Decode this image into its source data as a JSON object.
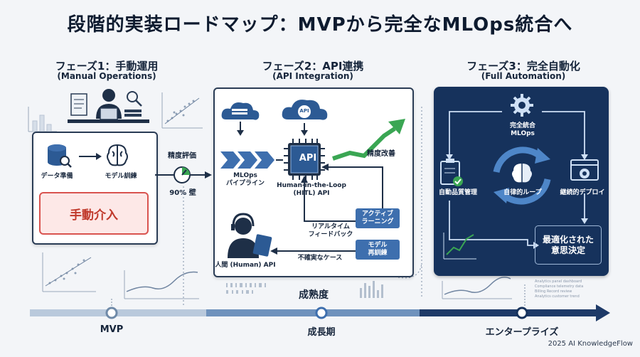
{
  "title": "段階的実装ロードマップ：MVPから完全なMLOps統合へ",
  "phase1": {
    "heading": "フェーズ1：手動運用",
    "subheading": "(Manual Operations)",
    "data_prep": "データ準備",
    "model_train": "モデル訓練",
    "manual": "手動介入",
    "accuracy_eval": "精度評価",
    "wall": "90% 壁"
  },
  "phase2": {
    "heading": "フェーズ2：API連携",
    "subheading": "(API Integration)",
    "cloud_api": "API",
    "chip_api": "API",
    "pipeline": "MLOps\nパイプライン",
    "hitl": "Human-in-the-Loop\n(HITL) API",
    "accuracy_improve": "精度改善",
    "active_learning": "アクティブ\nラーニング",
    "realtime_feedback": "リアルタイム\nフィードバック",
    "retrain": "モデル\n再訓練",
    "uncertain": "不確実なケース",
    "human_api": "人間 (Human) API"
  },
  "phase3": {
    "heading": "フェーズ3：完全自動化",
    "subheading": "(Full Automation)",
    "full_integration": "完全統合\nMLOps",
    "auto_qc": "自動品質管理",
    "autonomous_loop": "自律的ループ",
    "cd": "継続的デプロイ",
    "optimized": "最適化された\n意思決定",
    "faint_lines": [
      "Analytics panel dashboard",
      "Compliance telemetry data",
      "Billing Record review",
      "Analytics customer trend"
    ]
  },
  "timeline": {
    "maturity": "成熟度",
    "stages": [
      "MVP",
      "成長期",
      "エンタープライズ"
    ]
  },
  "footer": "2025 AI KnowledgeFlow",
  "colors": {
    "navy": "#16325c",
    "accent_blue": "#3e6fae",
    "green": "#3aa653",
    "red": "#d9534f"
  }
}
